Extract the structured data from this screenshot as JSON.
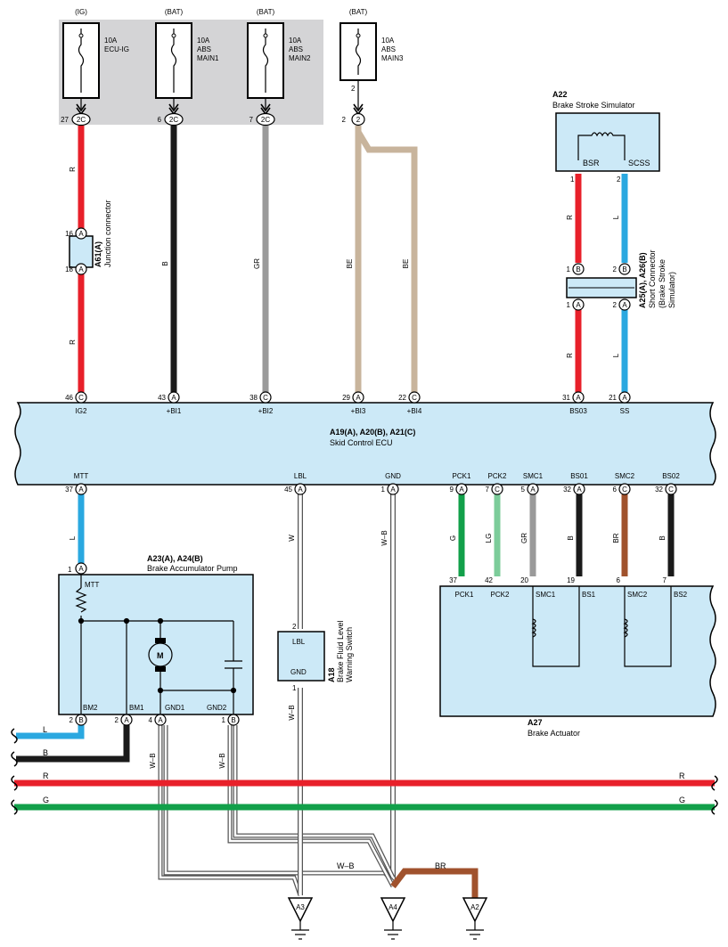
{
  "fuses": [
    {
      "supply": "(IG)",
      "rating": "10A",
      "name1": "ECU-IG",
      "name2": "",
      "connector": "2C",
      "pin": "27"
    },
    {
      "supply": "(BAT)",
      "rating": "10A",
      "name1": "ABS",
      "name2": "MAIN1",
      "connector": "2C",
      "pin": "6"
    },
    {
      "supply": "(BAT)",
      "rating": "10A",
      "name1": "ABS",
      "name2": "MAIN2",
      "connector": "2C",
      "pin": "7"
    },
    {
      "supply": "(BAT)",
      "rating": "10A",
      "name1": "ABS",
      "name2": "MAIN3",
      "connector": "2",
      "pin": "2",
      "pin_top": "2"
    }
  ],
  "junction": {
    "id": "A61(A)",
    "name": "Junction connector",
    "pin_top": "16",
    "pin_bottom": "18",
    "conn": "A"
  },
  "simulator": {
    "id": "A22",
    "name": "Brake Stroke Simulator",
    "term1": "BSR",
    "term2": "SCSS",
    "pin1": "1",
    "pin2": "2"
  },
  "short_connector": {
    "id": "A25(A), A26(B)",
    "name1": "Short Connector",
    "name2": "(Brake Stroke",
    "name3": "Simulator)",
    "pins_top": [
      "1",
      "2"
    ],
    "pins_bottom": [
      "1",
      "2"
    ],
    "conn_top": "B",
    "conn_bottom": "A"
  },
  "ecu": {
    "id": "A19(A), A20(B), A21(C)",
    "name": "Skid Control ECU",
    "top_pins": [
      {
        "num": "46",
        "conn": "C",
        "label": "IG2"
      },
      {
        "num": "43",
        "conn": "A",
        "label": "+BI1"
      },
      {
        "num": "38",
        "conn": "C",
        "label": "+BI2"
      },
      {
        "num": "29",
        "conn": "A",
        "label": "+BI3"
      },
      {
        "num": "22",
        "conn": "C",
        "label": "+BI4"
      },
      {
        "num": "31",
        "conn": "A",
        "label": "BS03"
      },
      {
        "num": "21",
        "conn": "A",
        "label": "SS"
      }
    ],
    "bottom_pins": [
      {
        "num": "37",
        "conn": "A",
        "label": "MTT"
      },
      {
        "num": "45",
        "conn": "A",
        "label": "LBL"
      },
      {
        "num": "1",
        "conn": "A",
        "label": "GND"
      },
      {
        "num": "9",
        "conn": "A",
        "label": "PCK1"
      },
      {
        "num": "7",
        "conn": "C",
        "label": "PCK2"
      },
      {
        "num": "5",
        "conn": "A",
        "label": "SMC1"
      },
      {
        "num": "32",
        "conn": "A",
        "label": "BS01"
      },
      {
        "num": "6",
        "conn": "C",
        "label": "SMC2"
      },
      {
        "num": "32",
        "conn": "C",
        "label": "BS02"
      }
    ]
  },
  "wire_colors": {
    "R": "#e8202a",
    "B": "#1a1a1a",
    "GR": "#9a9a9a",
    "BE": "#c8b49c",
    "L": "#2aa8e0",
    "W": "#ffffff",
    "W-B": "#ffffff",
    "G": "#12a04a",
    "LG": "#7ccc9a",
    "BR": "#a0522d"
  },
  "wire_labels": {
    "ig_upper": "R",
    "ig_lower": "R",
    "bi1": "B",
    "bi2": "GR",
    "bi3": "BE",
    "bi4": "BE",
    "bsr_upper": "R",
    "bsr_lower": "R",
    "scss_upper": "L",
    "scss_lower": "L",
    "mtt": "L",
    "lbl": "W",
    "gnd": "W–B",
    "pck1": "G",
    "pck2": "LG",
    "smc1": "GR",
    "bs01": "B",
    "smc2": "BR",
    "bs02": "B",
    "pump_gnd1": "W–B",
    "pump_gnd2": "W–B",
    "fluid_gnd": "W–B",
    "ground_bus": "W–B",
    "a2_wire": "BR"
  },
  "pump": {
    "id": "A23(A), A24(B)",
    "name": "Brake Accumulator Pump",
    "pin_top": "1",
    "conn_top": "A",
    "term_mtt": "MTT",
    "motor": "M",
    "terms": [
      "BM2",
      "BM1",
      "GND1",
      "GND2"
    ],
    "pins": [
      {
        "num": "2",
        "conn": "B"
      },
      {
        "num": "2",
        "conn": "A"
      },
      {
        "num": "4",
        "conn": "A"
      },
      {
        "num": "1",
        "conn": "B"
      }
    ]
  },
  "fluid_switch": {
    "id": "A18",
    "name1": "Brake Fluid Level",
    "name2": "Warning Switch",
    "term1": "LBL",
    "term2": "GND",
    "pin1": "2",
    "pin2": "1"
  },
  "actuator": {
    "id": "A27",
    "name": "Brake Actuator",
    "pins": [
      "37",
      "42",
      "20",
      "19",
      "6",
      "7"
    ],
    "terms": [
      "PCK1",
      "PCK2",
      "SMC1",
      "BS1",
      "SMC2",
      "BS2"
    ]
  },
  "harness": {
    "left_L": "L",
    "left_B": "B",
    "R_left": "R",
    "R_right": "R",
    "G_left": "G",
    "G_right": "G"
  },
  "grounds": [
    "A3",
    "A4",
    "A2"
  ]
}
